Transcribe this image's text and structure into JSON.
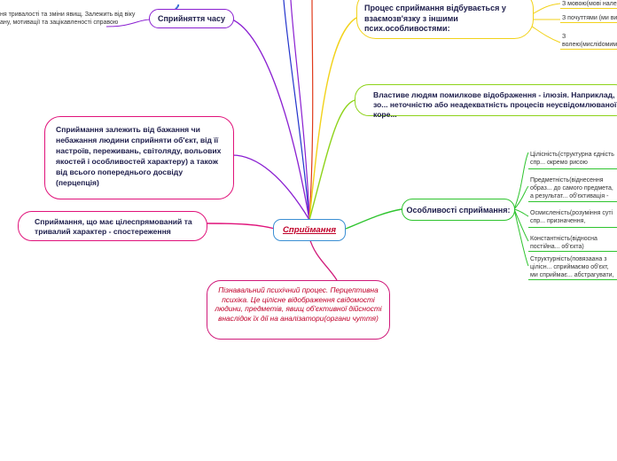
{
  "central": {
    "label": "Сприймання",
    "color": "#3b8fd4"
  },
  "branches": {
    "time": {
      "label": "Сприйняття часу",
      "detail": [
        "ня тривалості та зміни явищ. Залежить від віку",
        "ану, мотивації та зацікавленості справою"
      ],
      "color": "#8a1fd1"
    },
    "interconnection": {
      "label": "Процес сприймання відбувається у взаємозв'язку з іншими псих.особливостями:",
      "color": "#f2d21a",
      "items": [
        "З мовою(мові належить...",
        "З почуттями (ми виник...",
        "З волею(мисліdoмим... перцептивну діяльні..."
      ]
    },
    "illusion": {
      "label": "Властиве людям помилкове відображення - ілюзія. Наприклад, зо... неточністю або неадекватність процесів  неусвідомлюваної коре...",
      "color": "#8ed31a"
    },
    "dependence": {
      "label": "Сприймання залежить від бажання чи небажання людини сприйняти об'єкт, від її настроїв, переживань, світоляду, вольових якостей і особливостей характеру) а також від всього попереднього досвіду (перцепція)",
      "color": "#e0127a"
    },
    "observation": {
      "label": "Сприймання, що має цілеспрямований та тривалий характер - спостереження",
      "color": "#e0127a"
    },
    "features": {
      "label": "Особливості сприймання:",
      "color": "#2ec42e",
      "items": [
        "Цілісність(структурна єдність спр... окремо рисою виявляється...",
        "Предметність(віднесення образ... до самого предмета, а результат... об'єктивація - образ \"зливається...",
        "Осмисленість(розуміння суті спр... призначення, належності до певн...",
        "Константність(відносна постійна... об'єкта)",
        "Структурність(повязаана з цілісн... сприймаємо об'єкт, ми сприймає... абстрагувати, узагальнену структ..."
      ]
    },
    "definition": {
      "label": "Пізнавальний психічний процес. Перцептивна психіка. Це цілісне відображення свідомості людини, предметів, явищ об'єктивної дійсності внаслідок їх дії на аналізатори(органи чуття)",
      "color": "#d01a7a"
    }
  },
  "icons": {
    "top_marker": "blue-link-icon"
  }
}
